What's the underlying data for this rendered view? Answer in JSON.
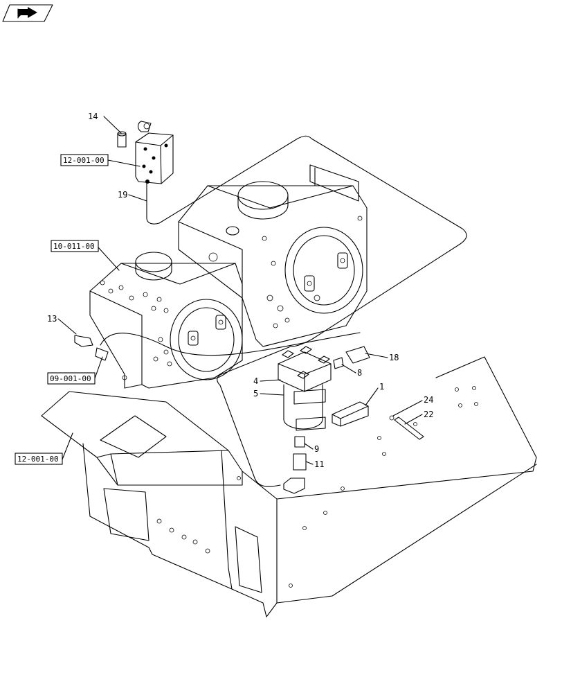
{
  "icon": "nav-arrow-icon",
  "refs": [
    {
      "id": "ref-12-001-00-top",
      "label": "12-001-00"
    },
    {
      "id": "ref-10-011-00",
      "label": "10-011-00"
    },
    {
      "id": "ref-09-001-00",
      "label": "09-001-00"
    },
    {
      "id": "ref-12-001-00-bottom",
      "label": "12-001-00"
    }
  ],
  "callouts": [
    "14",
    "19",
    "13",
    "18",
    "8",
    "4",
    "5",
    "1",
    "24",
    "22",
    "9",
    "11"
  ]
}
